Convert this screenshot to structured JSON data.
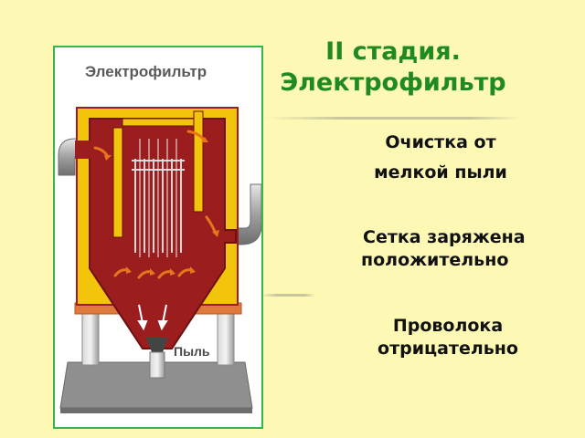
{
  "slide": {
    "title_line1": "II стадия.",
    "title_line2": "Электрофильтр"
  },
  "bullets": [
    {
      "line1": "Очистка от",
      "line2": "мелкой пыли"
    },
    {
      "line1": "Сетка заряжена",
      "line2": "положительно"
    },
    {
      "line1": "Проволока",
      "line2": "отрицательно"
    }
  ],
  "diagram": {
    "caption": "Электрофильтр",
    "dust_label": "Пыль"
  },
  "colors": {
    "title": "#1f8a1f",
    "background": "#fdf9b4",
    "frame_border": "#39b54a",
    "shell": "#f2c40c",
    "chamber": "#9b1d1d",
    "base": "#8d8d8d"
  }
}
